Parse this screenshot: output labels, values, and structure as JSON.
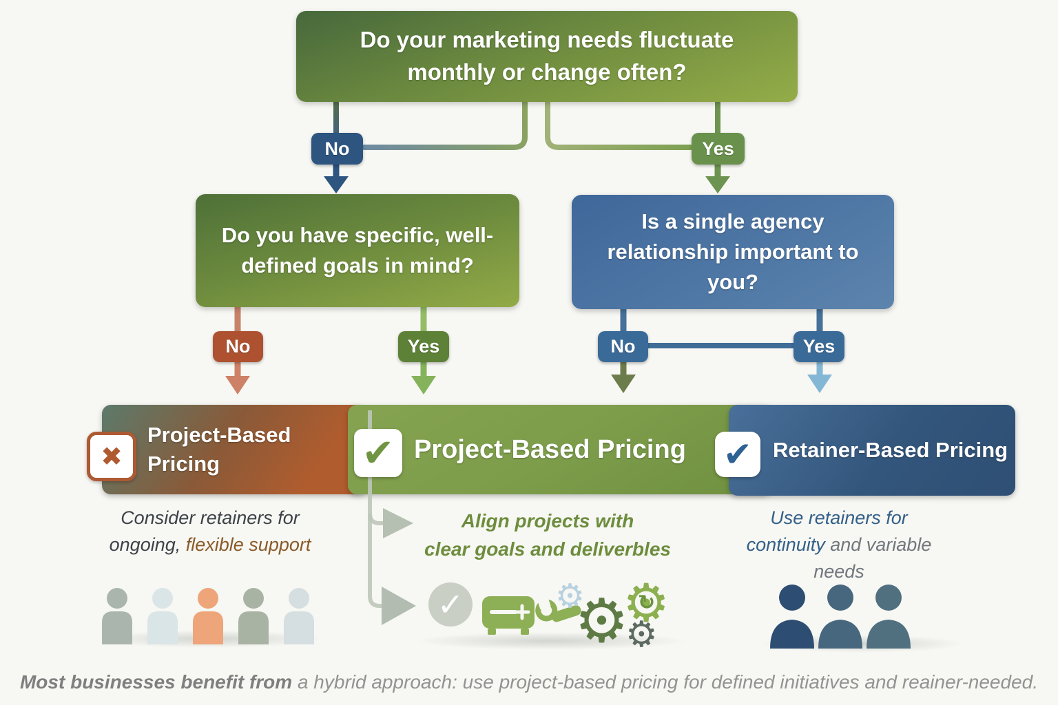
{
  "palette": {
    "background": "#f7f7f3",
    "question_green_dark": "#47683c",
    "question_green_light": "#94ac48",
    "question_blue_dark": "#3f689a",
    "question_blue_light": "#5c84ad",
    "badge_navy": "#2d5580",
    "badge_green": "#69914c",
    "badge_rust": "#ad5130",
    "badge_olive": "#5d8137",
    "badge_blue": "#3a6b98",
    "arrow_salmon": "#cd8166",
    "arrow_light_green": "#84b35b",
    "arrow_olive": "#6d7c4b",
    "arrow_light_blue": "#84b7d5",
    "outcome_rust": "#b05c2e",
    "outcome_green": "#7d9d4b",
    "outcome_navy": "#33567c",
    "note_dark": "#3c4248",
    "note_brown": "#8a5a28",
    "note_green": "#6d8d3d",
    "note_blue": "#336089",
    "note_gray": "#70777d",
    "caption_gray": "#8e8e8e"
  },
  "flow": {
    "root_question": "Do your marketing needs fluctuate monthly or change often?",
    "root_no": "No",
    "root_yes": "Yes",
    "left_question": "Do you have specific, well-defined goals in mind?",
    "left_no": "No",
    "left_yes": "Yes",
    "right_question": "Is a single agency relationship important to you?",
    "right_no": "No",
    "right_yes": "Yes"
  },
  "outcomes": {
    "left": {
      "title": "Project-Based Pricing",
      "marker": "x-mark",
      "marker_glyph": "✖",
      "note_dark": "Consider retainers for ongoing, ",
      "note_brown": "flexible support"
    },
    "middle": {
      "title": "Project-Based Pricing",
      "marker": "check-mark",
      "marker_glyph": "✔",
      "note_line1": "Align projects with",
      "note_line2": "clear goals and deliverbles"
    },
    "right": {
      "title": "Retainer-Based Pricing",
      "marker": "check-mark",
      "marker_glyph": "✔",
      "note_blue": "Use retainers for continuity ",
      "note_gray": "and variable needs"
    }
  },
  "icons": {
    "left_group": [
      "person-silhouette",
      "person-silhouette",
      "person-silhouette",
      "person-silhouette",
      "person-silhouette"
    ],
    "middle_group": [
      "check-circle",
      "toolbox",
      "wrench",
      "gear",
      "gear",
      "gear",
      "gear"
    ],
    "right_group": [
      "person-silhouette",
      "person-silhouette",
      "person-silhouette"
    ],
    "check_glyph": "✓",
    "gear_glyph": "⚙",
    "refresh_glyph": "↻"
  },
  "caption": {
    "bold": "Most businesses benefit from",
    "rest": " a hybrid approach: use project-based pricing for defined initiatives and reainer-needed."
  }
}
